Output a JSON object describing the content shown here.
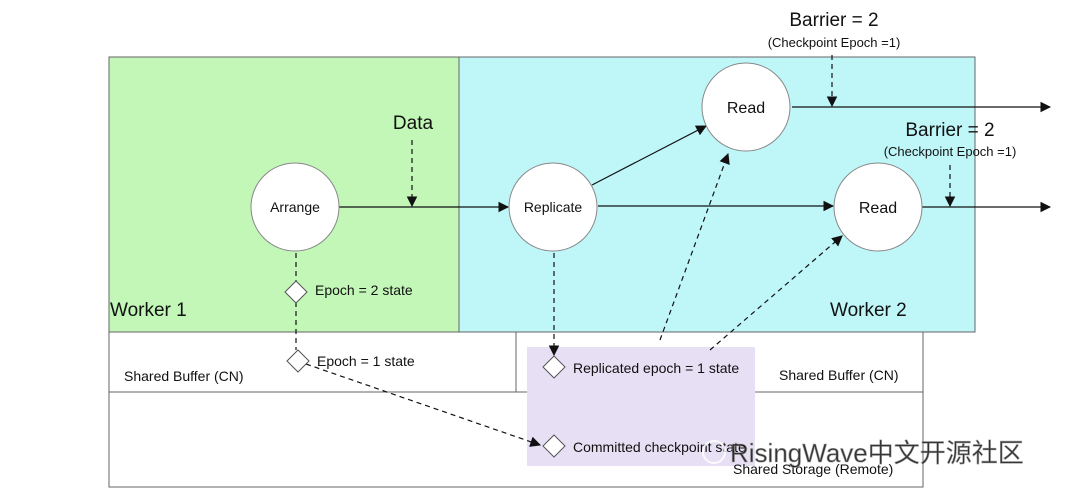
{
  "workers": {
    "worker1_label": "Worker 1",
    "worker2_label": "Worker 2",
    "worker1_color": "#c2f7b8",
    "worker2_color": "#bff7f9"
  },
  "buffers": {
    "shared_buffer_left": "Shared Buffer (CN)",
    "shared_buffer_right": "Shared Buffer (CN)",
    "shared_storage": "Shared Storage (Remote)",
    "replica_highlight_color": "#e7dff4"
  },
  "nodes": {
    "arrange": "Arrange",
    "replicate": "Replicate",
    "read_top": "Read",
    "read_bottom": "Read"
  },
  "labels": {
    "data": "Data",
    "barrier_top": "Barrier = 2",
    "barrier_top_sub": "(Checkpoint Epoch =1)",
    "barrier_right": "Barrier = 2",
    "barrier_right_sub": "(Checkpoint Epoch =1)"
  },
  "states": {
    "epoch2": "Epoch = 2 state",
    "epoch1": "Epoch = 1 state",
    "replicated": "Replicated epoch = 1 state",
    "committed": "Committed checkpoint state"
  },
  "watermark": "RisingWave中文开源社区"
}
